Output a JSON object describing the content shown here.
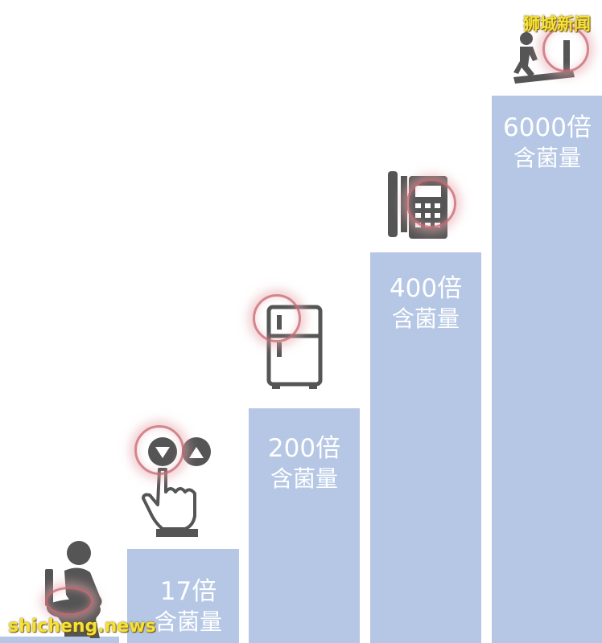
{
  "chart_data": {
    "type": "bar",
    "categories": [
      "toilet",
      "elevator-button",
      "refrigerator",
      "telephone",
      "treadmill"
    ],
    "values": [
      1,
      17,
      200,
      400,
      6000
    ],
    "labels": [
      {
        "value": "",
        "unit": ""
      },
      {
        "value": "17倍",
        "unit": "含菌量"
      },
      {
        "value": "200倍",
        "unit": "含菌量"
      },
      {
        "value": "400倍",
        "unit": "含菌量"
      },
      {
        "value": "6000倍",
        "unit": "含菌量"
      }
    ],
    "icons": [
      "toilet-icon",
      "elevator-button-icon",
      "refrigerator-icon",
      "telephone-icon",
      "treadmill-icon"
    ],
    "bar_color": "#b5c7e5",
    "icon_color": "#555555"
  },
  "watermark": {
    "top": "狮城新闻",
    "bottom": "shicheng.news"
  }
}
